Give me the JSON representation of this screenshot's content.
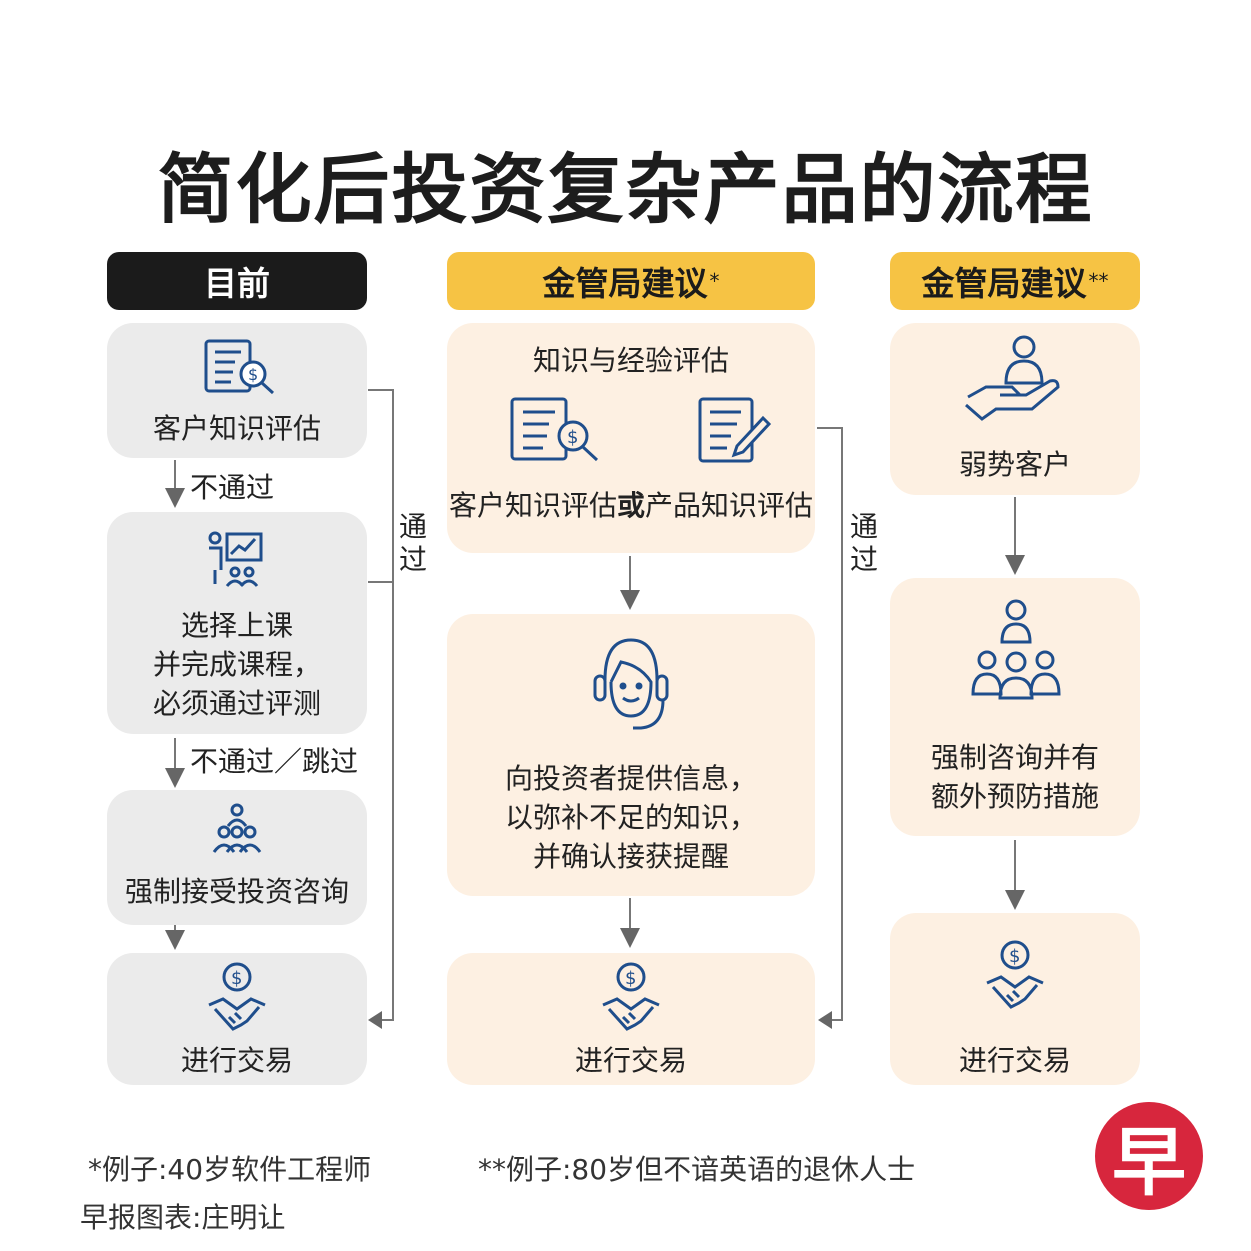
{
  "title": "简化后投资复杂产品的流程",
  "columns": {
    "current": {
      "header": "目前",
      "step1": "客户知识评估",
      "arrow1": "不通过",
      "step2_line1": "选择上课",
      "step2_line2": "并完成课程，",
      "step2_line3": "必须通过评测",
      "arrow2": "不通过／跳过",
      "step3": "强制接受投资咨询",
      "step4": "进行交易",
      "pass_label_1": "通",
      "pass_label_2": "过"
    },
    "mas1": {
      "header": "金管局建议",
      "header_mark": "*",
      "step1_title": "知识与经验评估",
      "step1_a": "客户知识评估",
      "step1_or": "或",
      "step1_b": "产品知识评估",
      "step2_line1": "向投资者提供信息，",
      "step2_line2": "以弥补不足的知识，",
      "step2_line3": "并确认接获提醒",
      "step3": "进行交易",
      "pass_label_1": "通",
      "pass_label_2": "过"
    },
    "mas2": {
      "header": "金管局建议",
      "header_mark": "**",
      "step1": "弱势客户",
      "step2_line1": "强制咨询并有",
      "step2_line2": "额外预防措施",
      "step3": "进行交易"
    }
  },
  "footnotes": {
    "note1": "*例子:40岁软件工程师",
    "note2": "**例子:80岁但不谙英语的退休人士",
    "credit": "早报图表:庄明让"
  },
  "logo": {
    "char": "早"
  },
  "colors": {
    "icon_blue": "#1f4e8c",
    "yellow": "#f6c344",
    "grey_box": "#ebebeb",
    "peach_box": "#fdf0e2",
    "logo_red": "#d7263d"
  }
}
